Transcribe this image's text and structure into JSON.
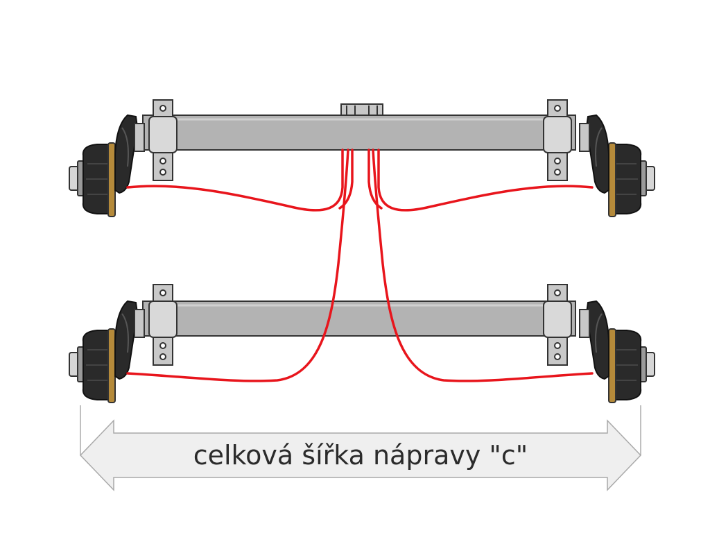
{
  "diagram": {
    "width_label": "celková šířka nápravy  \"c\"",
    "axles": [
      "front-axle",
      "rear-axle"
    ],
    "colors": {
      "beam": "#b3b3b3",
      "beam_outline": "#333333",
      "bracket": "#c8c8c8",
      "drum": "#2a2a2a",
      "drum_ring": "#b58a3a",
      "brake_cable": "#e8151c",
      "arrow_fill": "#efefef",
      "arrow_outline": "#a9a9a9"
    }
  }
}
